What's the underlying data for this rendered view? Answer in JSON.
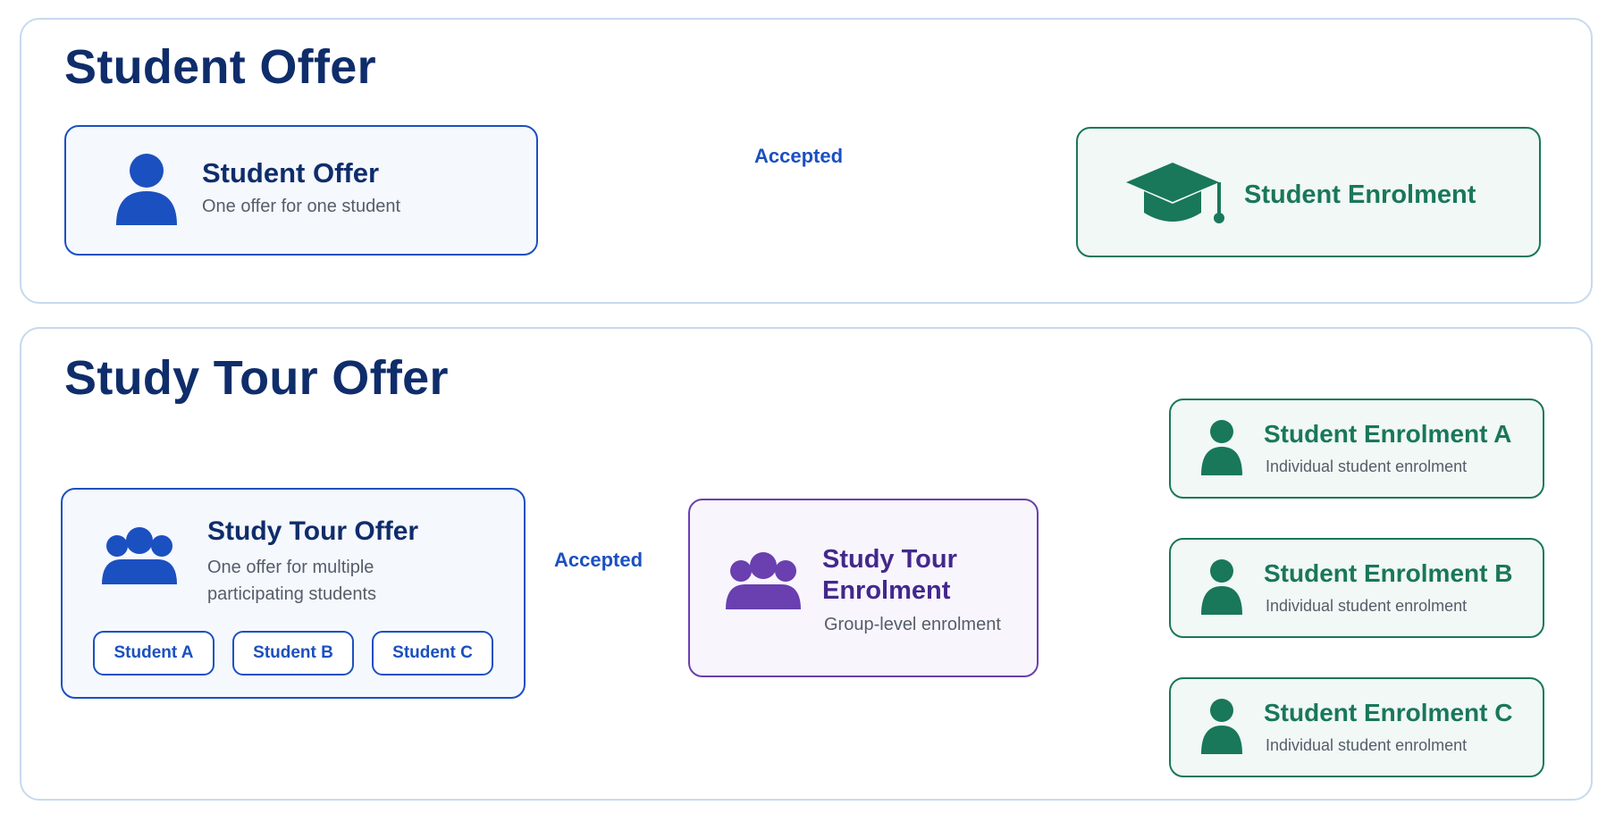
{
  "student_offer_section": {
    "title": "Student Offer",
    "offer_card": {
      "title": "Student Offer",
      "subtitle": "One offer for one student",
      "icon": "person-icon"
    },
    "edge_label": "Accepted",
    "enrolment_card": {
      "title": "Student Enrolment",
      "icon": "graduation-cap-icon"
    }
  },
  "study_tour_section": {
    "title": "Study Tour Offer",
    "offer_card": {
      "title": "Study Tour Offer",
      "subtitle_lines": [
        "One offer for multiple",
        "participating students"
      ],
      "icon": "group-icon",
      "students": [
        "Student A",
        "Student B",
        "Student C"
      ]
    },
    "edge_label": "Accepted",
    "group_enrolment_card": {
      "title_lines": [
        "Study Tour",
        "Enrolment"
      ],
      "subtitle": "Group-level enrolment",
      "icon": "group-icon"
    },
    "student_enrolments": [
      {
        "title": "Student Enrolment A",
        "subtitle": "Individual student enrolment",
        "icon": "person-icon"
      },
      {
        "title": "Student Enrolment B",
        "subtitle": "Individual student enrolment",
        "icon": "person-icon"
      },
      {
        "title": "Student Enrolment C",
        "subtitle": "Individual student enrolment",
        "icon": "person-icon"
      }
    ]
  },
  "colors": {
    "heading": "#0f2d6b",
    "blue": "#1b50c0",
    "green": "#19775a",
    "purple": "#6a3fb0",
    "panel_border": "#c7d9ef"
  }
}
